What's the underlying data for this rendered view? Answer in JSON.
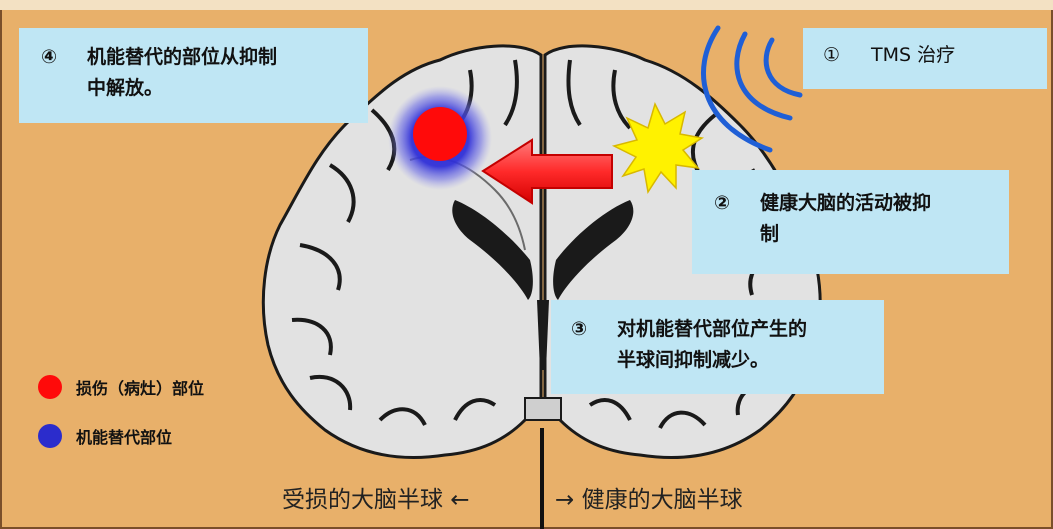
{
  "callouts": {
    "c1": {
      "num": "①",
      "text": "TMS 治疗"
    },
    "c2": {
      "num": "②",
      "line1": "健康大脑的活动被抑",
      "line2": "制"
    },
    "c3": {
      "num": "③",
      "line1": "对机能替代部位产生的",
      "line2": "半球间抑制减少。"
    },
    "c4": {
      "num": "④",
      "line1": "机能替代的部位从抑制",
      "line2": "中解放。"
    }
  },
  "legend": [
    {
      "label": "损伤（病灶）部位",
      "color": "#ff0a0a"
    },
    {
      "label": "机能替代部位",
      "color": "#2b2ccc"
    }
  ],
  "hemispheres": {
    "left": "受损的大脑半球 ←",
    "right": "→ 健康的大脑半球"
  },
  "colors": {
    "background": "#e8b06a",
    "callout": "#bfe6f4",
    "arrow": "#ff3a3a",
    "burst": "#fff200",
    "waves": "#1f5fd6",
    "brain": "#e3e3e3"
  }
}
